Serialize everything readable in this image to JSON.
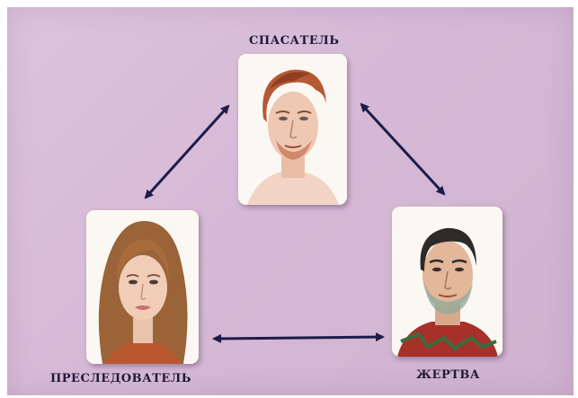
{
  "diagram": {
    "nodes": [
      {
        "id": "rescuer",
        "label": "СПАСАТЕЛЬ",
        "portrait": "man-reddish-hair-portrait"
      },
      {
        "id": "persecutor",
        "label": "ПРЕСЛЕДОВАТЕЛЬ",
        "portrait": "woman-long-hair-portrait"
      },
      {
        "id": "victim",
        "label": "ЖЕРТВА",
        "portrait": "man-dark-hair-portrait"
      }
    ],
    "edges": [
      {
        "from": "rescuer",
        "to": "persecutor",
        "bidirectional": true
      },
      {
        "from": "rescuer",
        "to": "victim",
        "bidirectional": true
      },
      {
        "from": "persecutor",
        "to": "victim",
        "bidirectional": true
      }
    ],
    "colors": {
      "background": "#d8bfd8",
      "arrow": "#1d1b4a",
      "label": "#1d1b3a"
    }
  }
}
